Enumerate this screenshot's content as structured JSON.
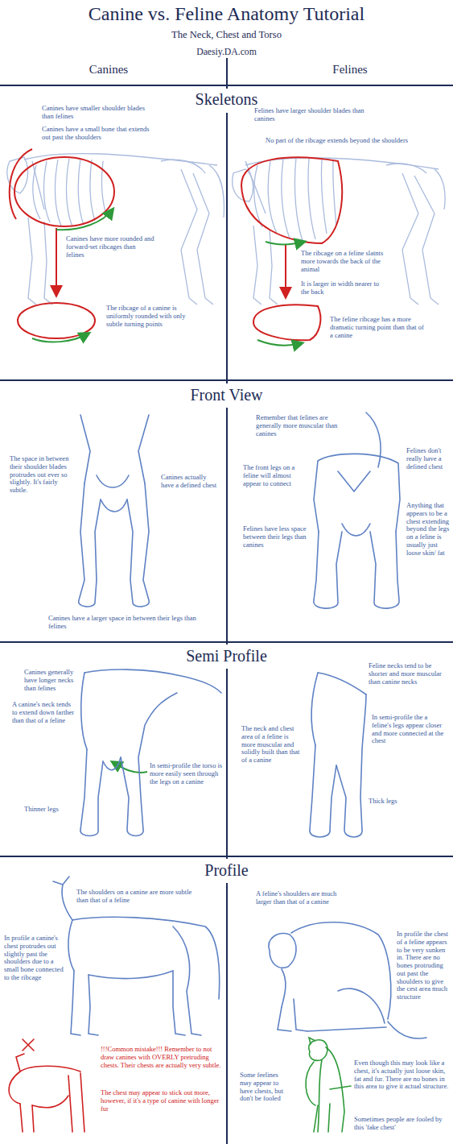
{
  "diagram": {
    "title": "Canine vs. Feline Anatomy Tutorial",
    "labels": [
      "The Neck, Chest and Torso",
      "Daesiy.DA.com",
      "Canines",
      "Felines",
      "Skeletons",
      "Canines have smaller shoulder blades than felines",
      "Canines have a small bone that extends out past the shoulders",
      "Canines have more rounded and forward-set ribcages than felines",
      "The ribcage of a canine is uniformly rounded with only subtle turning points",
      "Felines have larger shoulder blades than canines",
      "No part of the ribcage extends beyond the shoulders",
      "The ribcage on a feline slatnts more towards the back of the animal",
      "It is larger in width nearer to the back",
      "The feline ribcage has a more dramatic turning point than that of a canine",
      "Front View",
      "The space in between their shoulder blades protrudes out ever so slightly. It's fairly subtle.",
      "Canines actually have a defined chest",
      "Canines have a larger space in between their legs than felines",
      "Remember that felines are generally more muscular than canines",
      "The front legs on a feline will almost appear to connect",
      "Felines have less space between their legs than canines",
      "Felines don't really have a defined chest",
      "Anything that appears to be a chest extending beyond the legs on a feline is usually just loose skin/ fat",
      "Semi Profile",
      "Canines generally have longer necks than felines",
      "A canine's neck tends to extend down farther than that of a feline",
      "In semi-profile the torso is more easily seen through the legs on a canine",
      "Thinner legs",
      "Feline necks tend to be shorter and more muscular than canine necks",
      "In semi-profile the a feline's legs appear closer and more connected at the chest",
      "The neck and chest area of a feline is more muscular and solidly built than that of a canine",
      "Thick legs",
      "Profile",
      "The shoulders on a canine are more subtle than that of a feline",
      "In profile a canine's chest protrudes out slightly past the shoulders due to a small bone connected to the ribcage",
      "!!!Common mistake!!! Remember to not draw canines with OVERLY pretruding chests. Their chests are actually very subtle.",
      "The chest may appear to stick out more, however, if it's a type of canine with longer fur",
      "A feline's shoulders are much larger than that of a canine",
      "In profile the chest of a feline appears to be very sunken in. There are no bones protruding out past the shoulders to give the cest area much structure",
      "Some feelines may appear to have chests, but don't be fooled",
      "Even though this may look like a chest, it's actually just loose skin, fat and fur. There are no bones in this area to give it actual structure.",
      "Sometimes people are fooled by this 'fake chest'"
    ]
  }
}
